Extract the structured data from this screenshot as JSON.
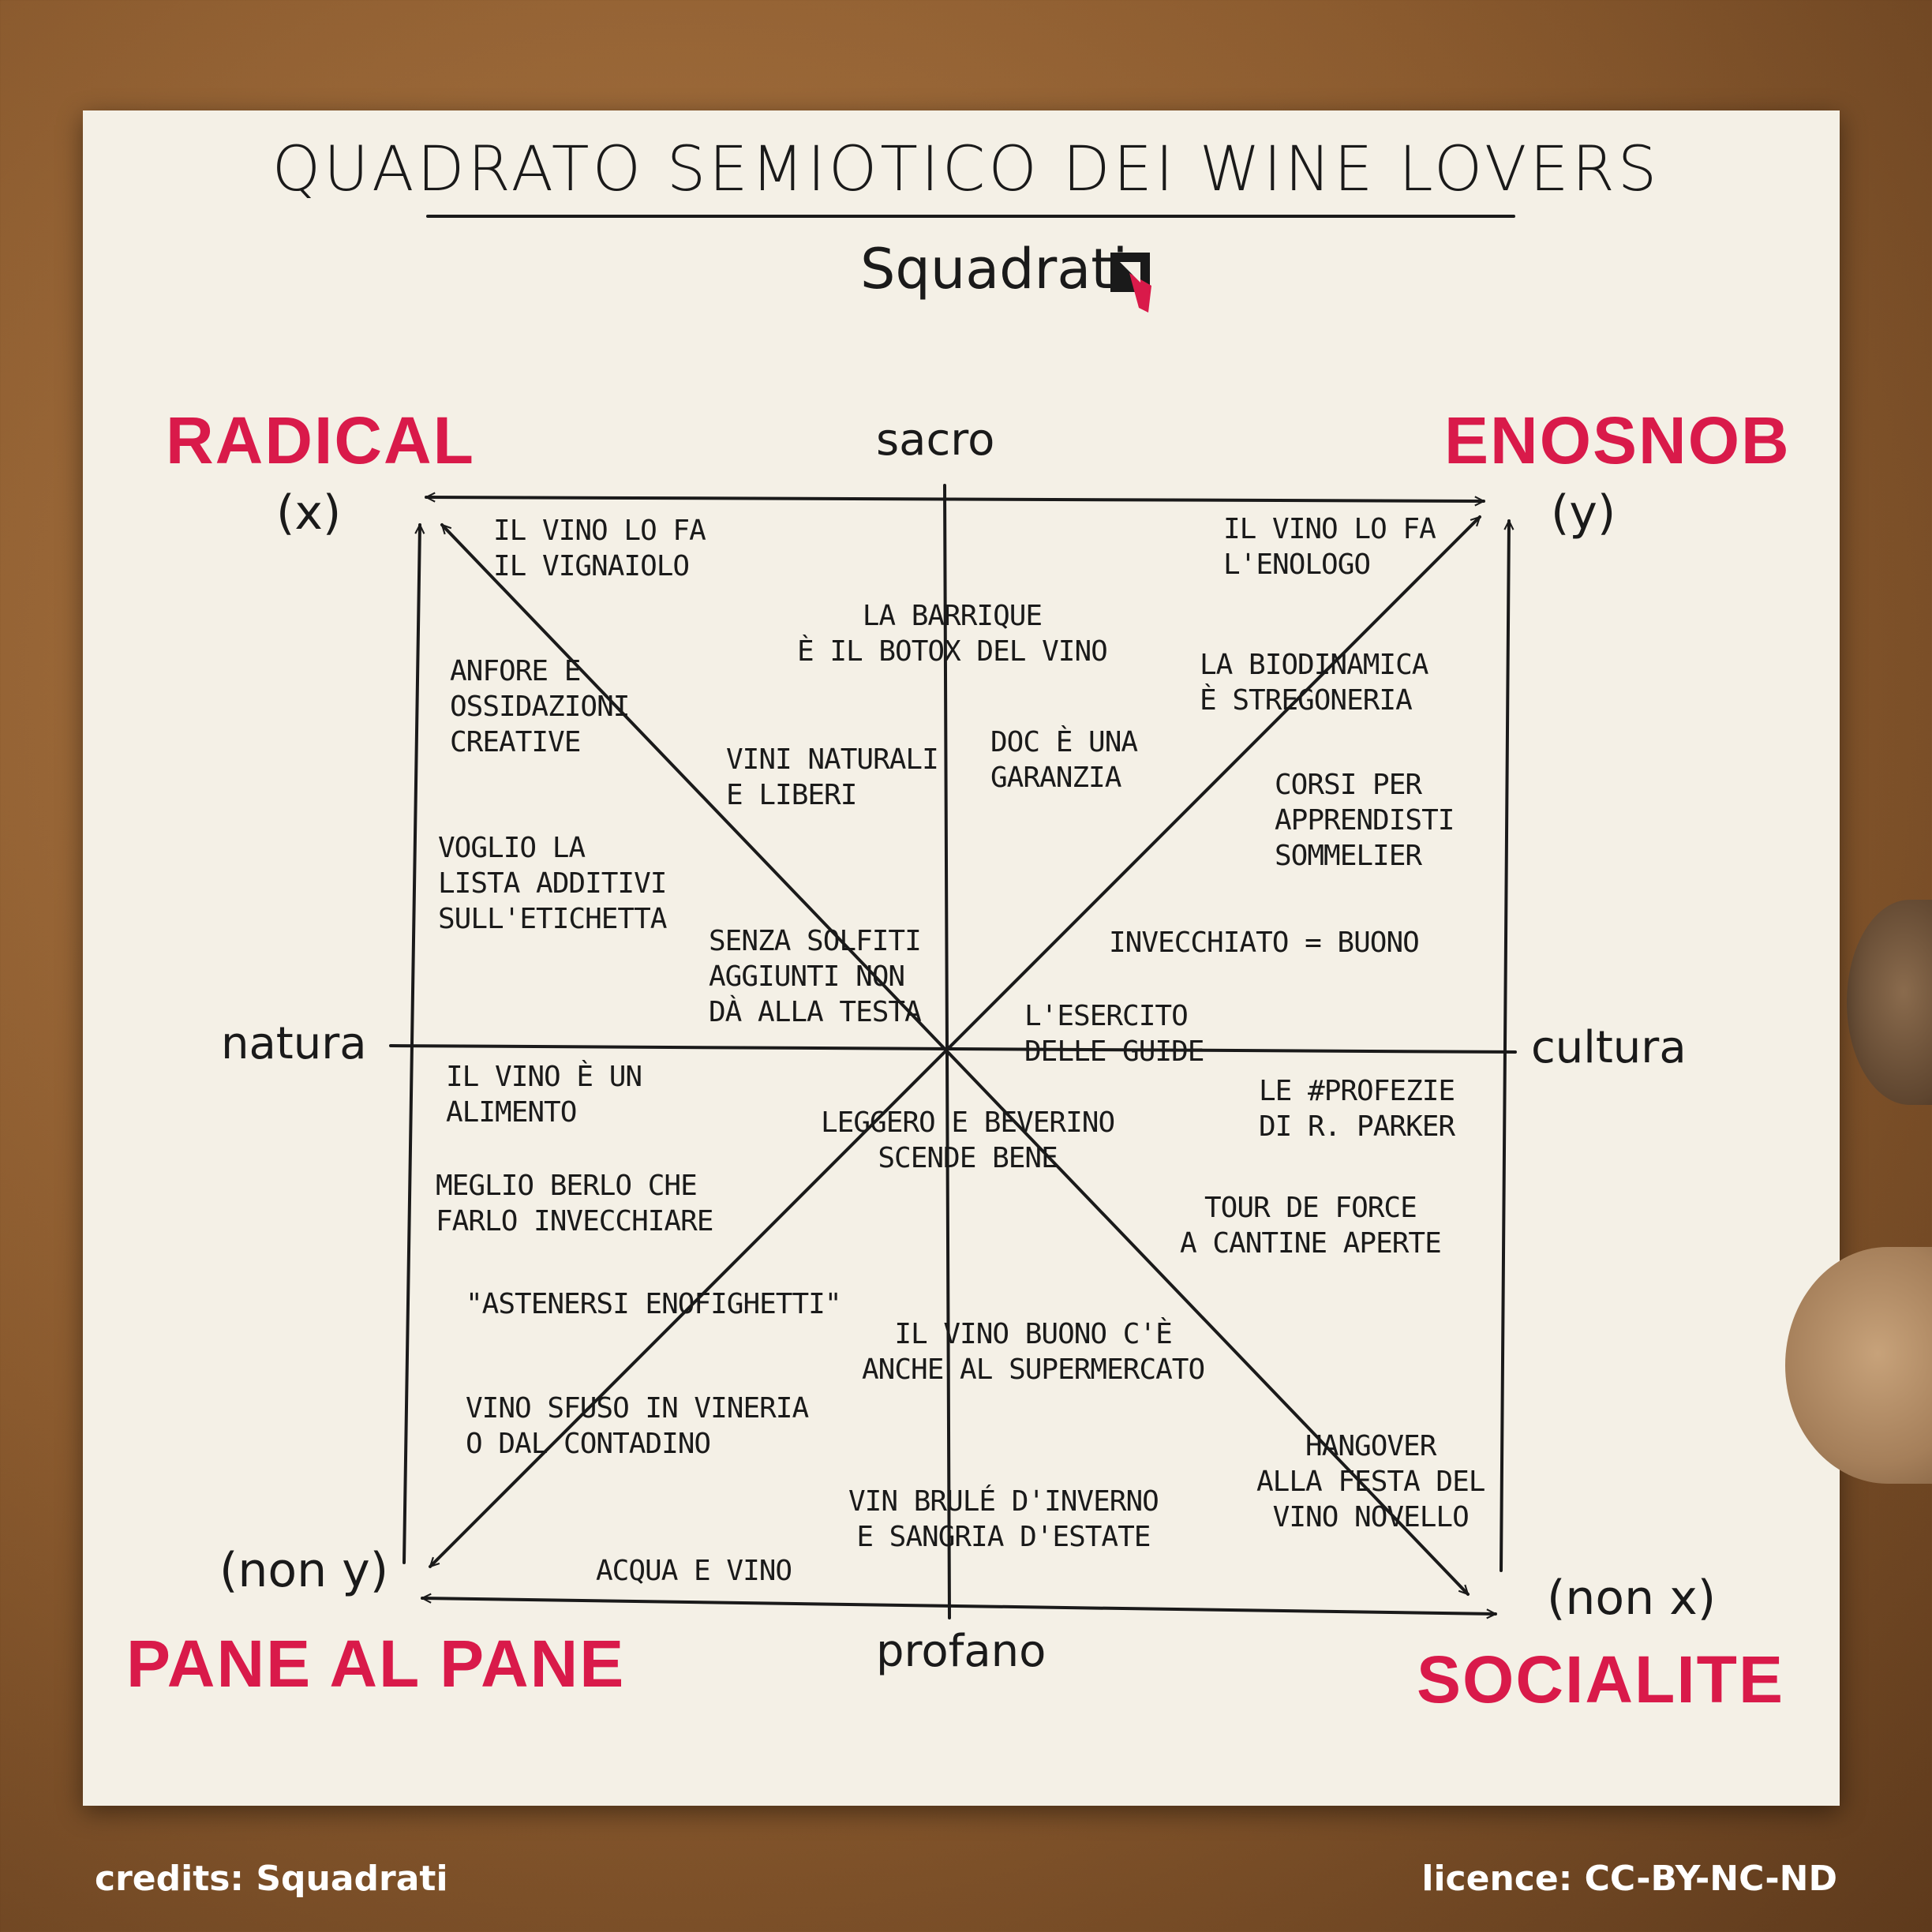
{
  "title": "Quadrato semiotico dei wine lovers",
  "brand": "Squadrati",
  "axes": {
    "top": "sacro",
    "bottom": "profano",
    "left": "natura",
    "right": "cultura"
  },
  "corners": {
    "top_left": {
      "label": "Radical",
      "symbol": "(x)"
    },
    "top_right": {
      "label": "Enosnob",
      "symbol": "(y)"
    },
    "bottom_left": {
      "label": "Pane al pane",
      "symbol": "(non y)"
    },
    "bottom_right": {
      "label": "Socialite",
      "symbol": "(non x)"
    }
  },
  "notes": [
    "Il vino lo fa\nil vignaiolo",
    "Il vino lo fa\nl'enologo",
    "La barrique\nè il botox del vino",
    "Anfore e\nossidazioni\ncreative",
    "La biodinamica\nè stregoneria",
    "Vini naturali\ne liberi",
    "Doc è una\ngaranzia",
    "Corsi per\napprendisti\nsommelier",
    "Voglio la\nlista additivi\nsull'etichetta",
    "Senza solfiti\naggiunti non\ndà alla testa",
    "Invecchiato = buono",
    "L'esercito\ndelle guide",
    "Il vino è un\nalimento",
    "Le #profezie\ndi R. Parker",
    "Leggero e beverino\nscende bene",
    "Meglio berlo che\nfarlo invecchiare",
    "Tour de force\na cantine aperte",
    "\"Astenersi enofighetti\"",
    "Il vino buono c'è\nanche al supermercato",
    "Vino sfuso in vineria\no dal contadino",
    "Hangover\nalla festa del\nvino novello",
    "Vin brulé d'inverno\ne sangria d'estate",
    "Acqua e vino"
  ],
  "footer": {
    "credits": "credits: Squadrati",
    "licence": "licence: CC-BY-NC-ND"
  },
  "colors": {
    "accent": "#d91a4a",
    "ink": "#1a1a1a",
    "paper": "#f4f0e6"
  }
}
